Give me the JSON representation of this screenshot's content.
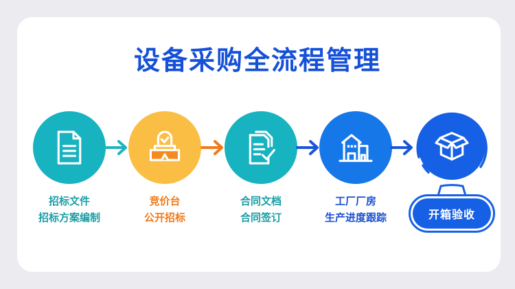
{
  "title": "设备采购全流程管理",
  "colors": {
    "background": "#ececf0",
    "card": "#ffffff",
    "title": "#1450d8",
    "teal": "#17b3c0",
    "teal_text": "#1a9ea6",
    "amber": "#fbbe45",
    "orange": "#f07a1a",
    "blue": "#1677e8",
    "blue_text": "#1a4fd0",
    "final_blue": "#1660e6"
  },
  "steps": [
    {
      "icon": "document-icon",
      "color": "#17b3c0",
      "line1": "招标文件",
      "line2": "招标方案编制"
    },
    {
      "icon": "bidding-podium-icon",
      "color": "#fbbe45",
      "line1": "竞价台",
      "line2": "公开招标"
    },
    {
      "icon": "contract-check-icon",
      "color": "#17b3c0",
      "line1": "合同文档",
      "line2": "合同签订"
    },
    {
      "icon": "factory-building-icon",
      "color": "#1677e8",
      "line1": "工厂厂房",
      "line2": "生产进度跟踪"
    }
  ],
  "final_step": {
    "icon": "open-box-icon",
    "label": "开箱验收"
  },
  "arrows": [
    {
      "from": 1,
      "to": 2,
      "color": "#1fb3c0"
    },
    {
      "from": 2,
      "to": 3,
      "color": "#f07a1a"
    },
    {
      "from": 3,
      "to": 4,
      "color": "#1a55d8"
    },
    {
      "from": 4,
      "to": 5,
      "color": "#1a55d8"
    }
  ]
}
